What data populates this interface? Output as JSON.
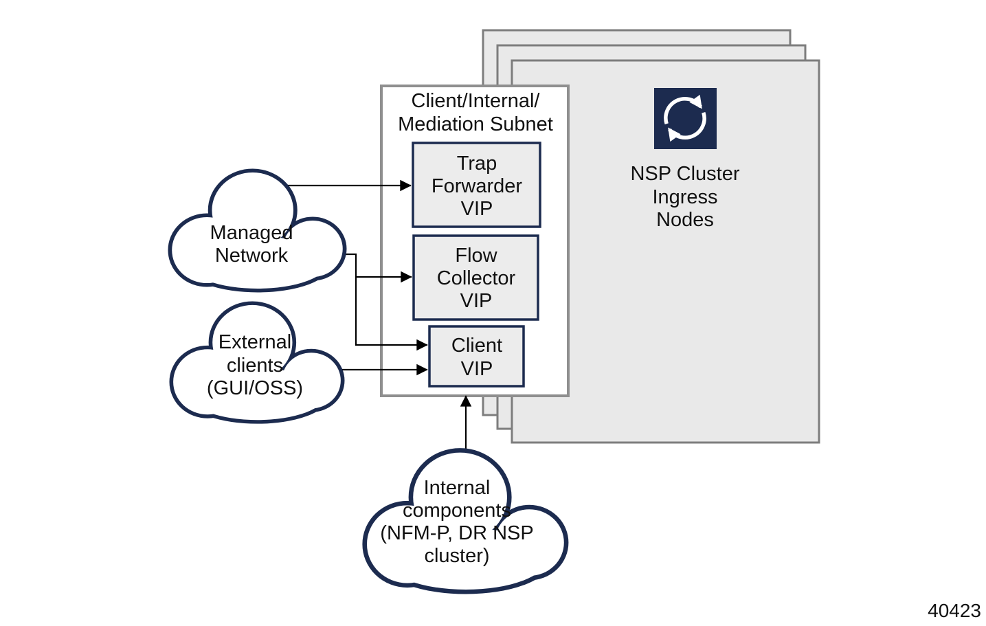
{
  "diagram": {
    "figure_number": "40423",
    "subnet": {
      "title": [
        "Client/Internal/",
        "Mediation Subnet"
      ]
    },
    "vip_boxes": [
      {
        "id": "trap-forwarder-vip",
        "lines": [
          "Trap",
          "Forwarder",
          "VIP"
        ]
      },
      {
        "id": "flow-collector-vip",
        "lines": [
          "Flow",
          "Collector",
          "VIP"
        ]
      },
      {
        "id": "client-vip",
        "lines": [
          "Client",
          "VIP"
        ]
      }
    ],
    "clouds": [
      {
        "id": "managed-network",
        "lines": [
          "Managed",
          "Network"
        ]
      },
      {
        "id": "external-clients",
        "lines": [
          "External",
          "clients",
          "(GUI/OSS)"
        ]
      },
      {
        "id": "internal-components",
        "lines": [
          "Internal",
          "components",
          "(NFM-P, DR NSP",
          "cluster)"
        ]
      }
    ],
    "nsp_cluster": {
      "icon": "sync-icon",
      "lines": [
        "NSP Cluster",
        "Ingress",
        "Nodes"
      ]
    },
    "colors": {
      "navy": "#1c2b4f",
      "page_gray_fill": "#e9e9e9",
      "page_gray_border": "#7d7d7d",
      "subnet_border_gray": "#8f8f8f",
      "connector_black": "#000000",
      "text_black": "#111111"
    }
  }
}
